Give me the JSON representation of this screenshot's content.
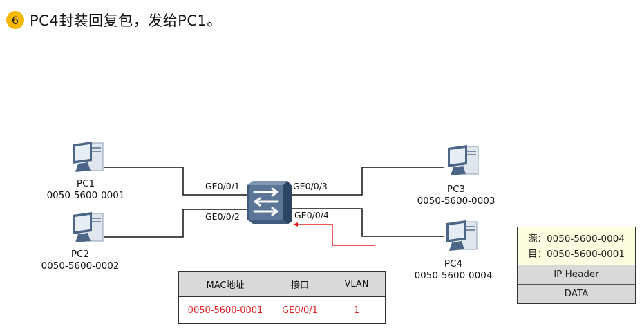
{
  "title": {
    "step": "6",
    "text": "PC4封装回复包，发给PC1。"
  },
  "hosts": [
    {
      "name": "PC1",
      "mac": "0050-5600-0001"
    },
    {
      "name": "PC2",
      "mac": "0050-5600-0002"
    },
    {
      "name": "PC3",
      "mac": "0050-5600-0003"
    },
    {
      "name": "PC4",
      "mac": "0050-5600-0004"
    }
  ],
  "switch": {
    "ports": [
      "GE0/0/1",
      "GE0/0/2",
      "GE0/0/3",
      "GE0/0/4"
    ]
  },
  "mac_table": {
    "headers": [
      "MAC地址",
      "接口",
      "VLAN"
    ],
    "rows": [
      [
        "0050-5600-0001",
        "GE0/0/1",
        "1"
      ]
    ]
  },
  "frame": {
    "src": "源：0050-5600-0004",
    "dst": "目：0050-5600-0001",
    "ip_header": "IP Header",
    "data": "DATA"
  },
  "colors": {
    "badge": "#f5b800",
    "highlight": "#e02020",
    "frame_addr_bg": "#fdfde0",
    "cell_bg": "#d9d9d9"
  }
}
